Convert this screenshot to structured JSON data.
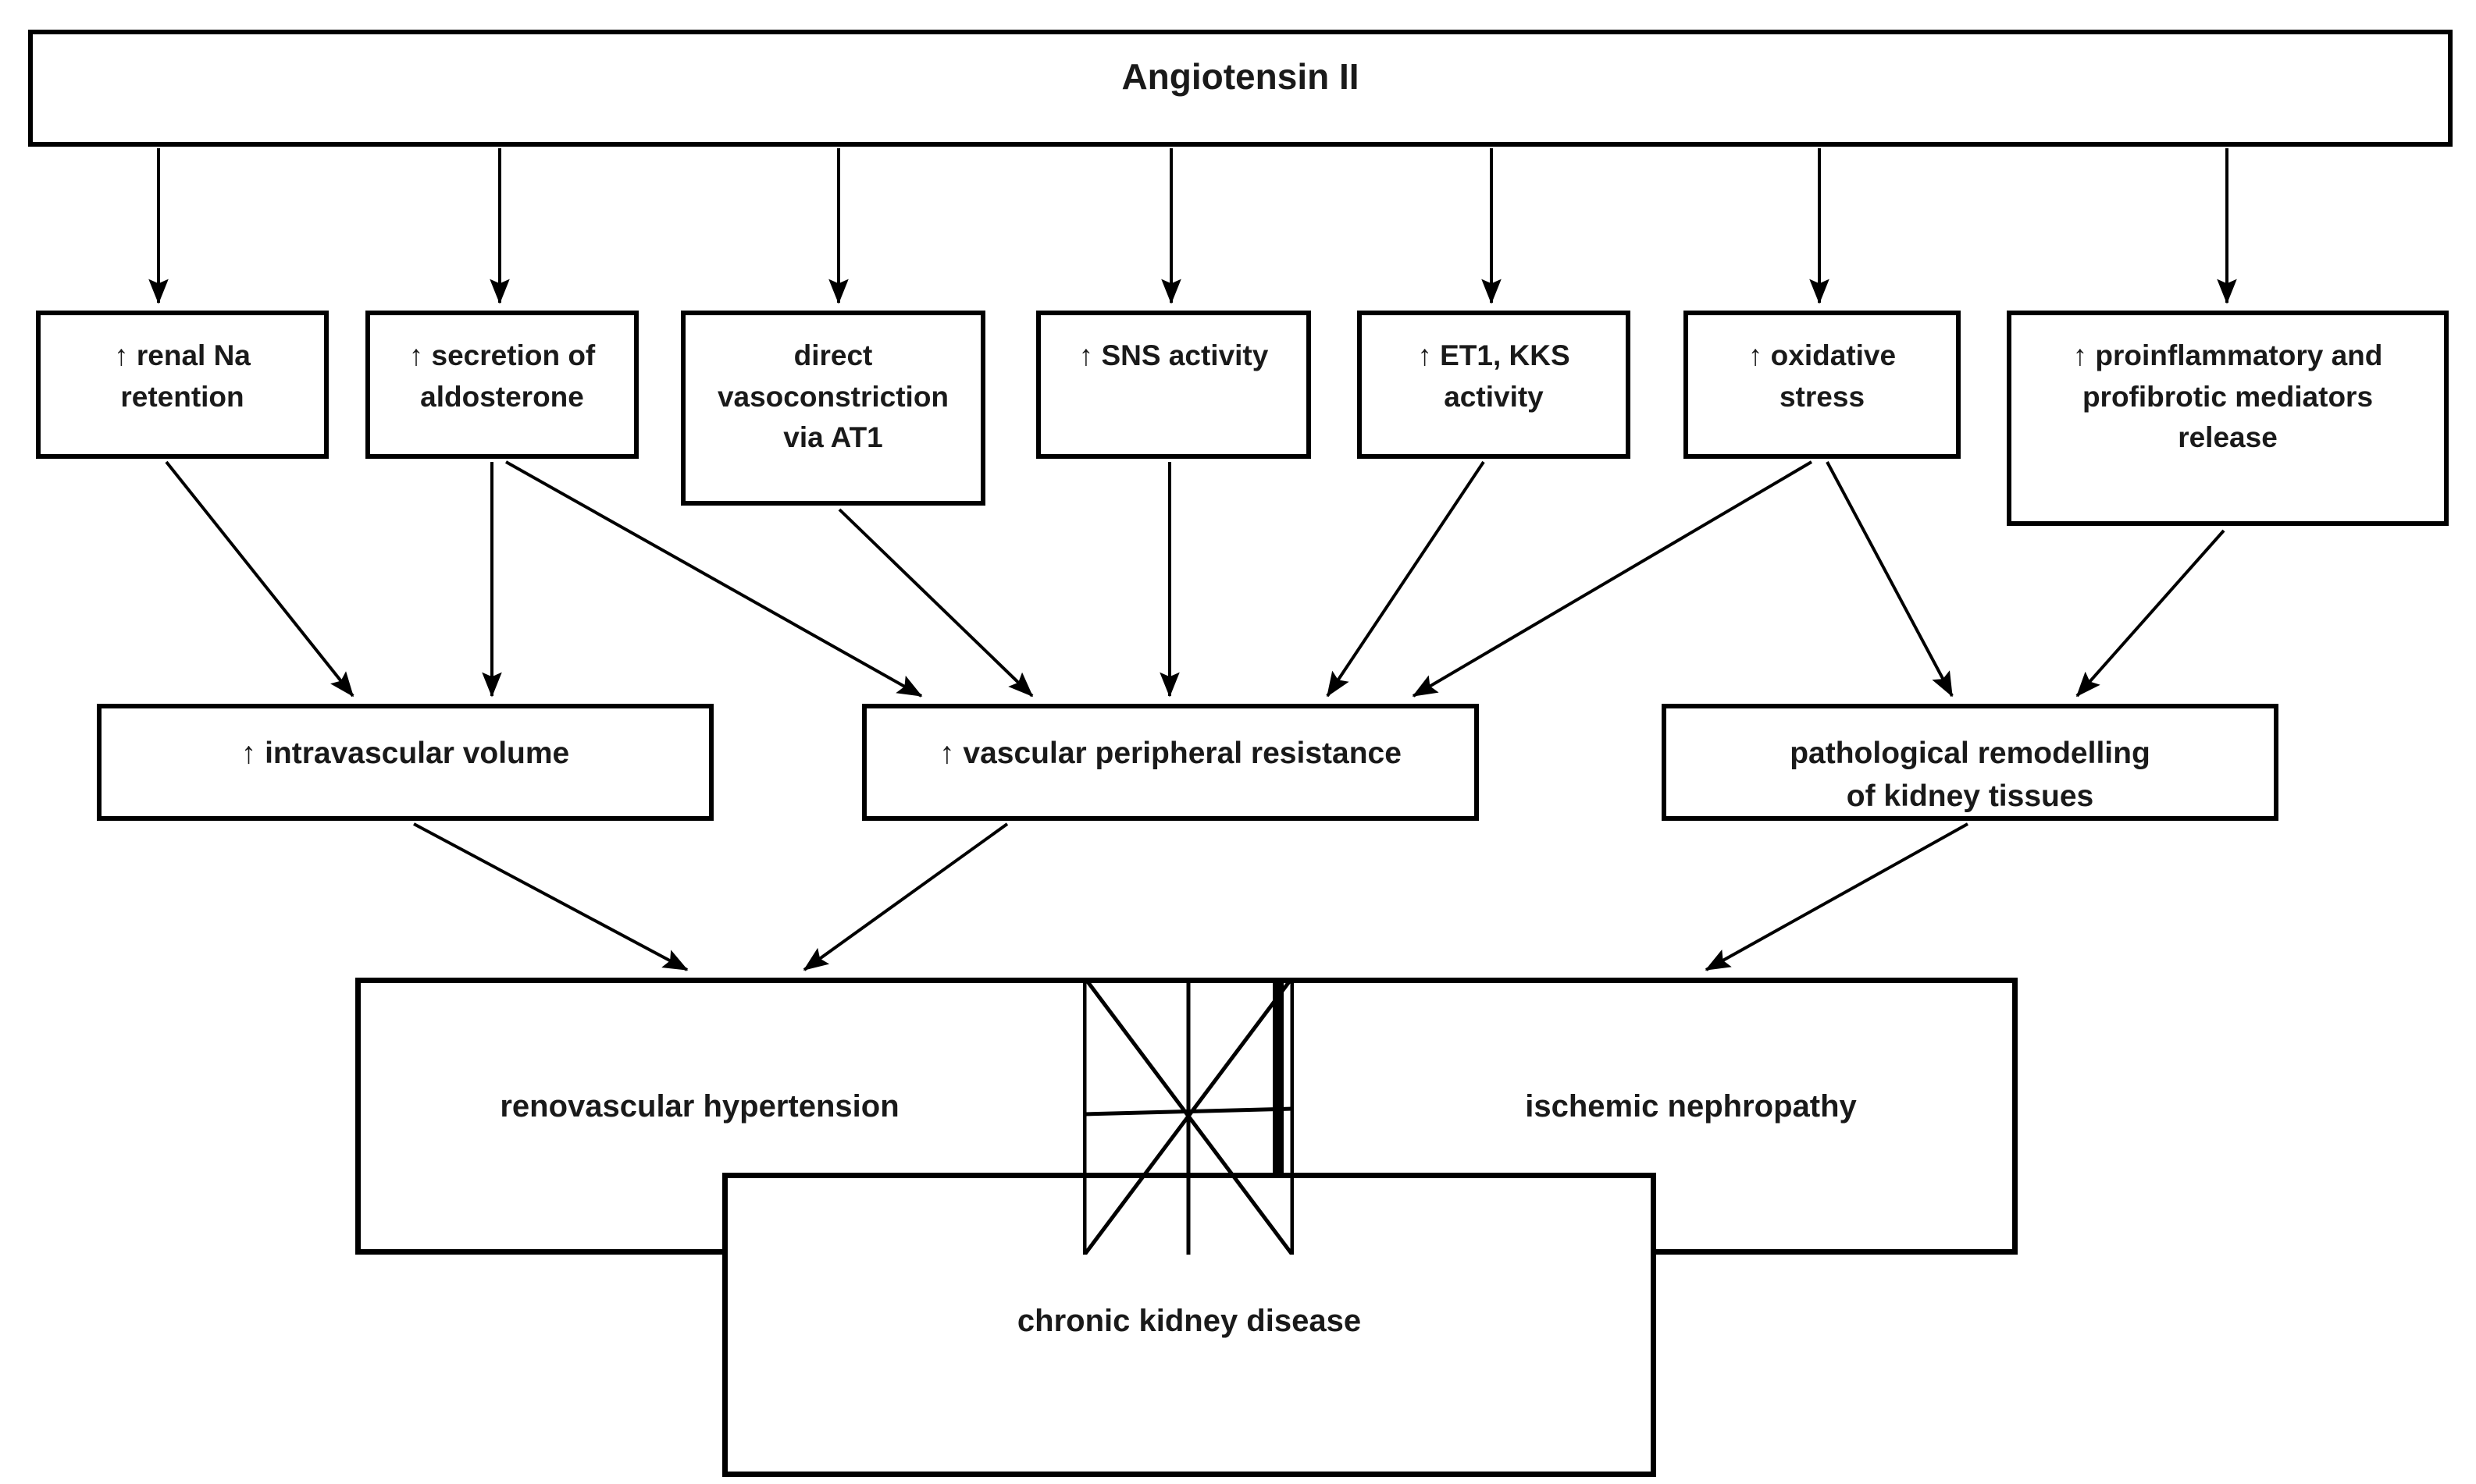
{
  "diagram": {
    "title": "Angiotensin II",
    "type": "flowchart",
    "background_color": "#ffffff",
    "line_color": "#000000",
    "text_color": "#1a1a1a",
    "root": {
      "id": "root",
      "label": "Angiotensin II"
    },
    "tier1": [
      {
        "id": "na",
        "label": "↑ renal Na\nretention"
      },
      {
        "id": "aldo",
        "label": "↑ secretion of\naldosterone"
      },
      {
        "id": "vasocon",
        "label": "direct\nvasoconstriction\nvia AT1"
      },
      {
        "id": "sns",
        "label": "↑ SNS activity"
      },
      {
        "id": "et1",
        "label": "↑ ET1, KKS\nactivity"
      },
      {
        "id": "oxid",
        "label": "↑ oxidative\nstress"
      },
      {
        "id": "proinf",
        "label": "↑ proinflammatory and\nprofibrotic mediators\nrelease"
      }
    ],
    "tier2": [
      {
        "id": "volume",
        "label": "↑ intravascular volume"
      },
      {
        "id": "resist",
        "label": "↑ vascular peripheral resistance"
      },
      {
        "id": "remodel",
        "label": "pathological remodelling\nof kidney tissues"
      }
    ],
    "tier3": [
      {
        "id": "rvht",
        "label": "renovascular hypertension"
      },
      {
        "id": "ischem",
        "label": "ischemic nephropathy"
      },
      {
        "id": "ckd",
        "label": "chronic kidney disease"
      }
    ],
    "edges": [
      {
        "from": "root",
        "to": "na"
      },
      {
        "from": "root",
        "to": "aldo"
      },
      {
        "from": "root",
        "to": "vasocon"
      },
      {
        "from": "root",
        "to": "sns"
      },
      {
        "from": "root",
        "to": "et1"
      },
      {
        "from": "root",
        "to": "oxid"
      },
      {
        "from": "root",
        "to": "proinf"
      },
      {
        "from": "na",
        "to": "volume"
      },
      {
        "from": "aldo",
        "to": "volume"
      },
      {
        "from": "aldo",
        "to": "resist"
      },
      {
        "from": "vasocon",
        "to": "resist"
      },
      {
        "from": "sns",
        "to": "resist"
      },
      {
        "from": "et1",
        "to": "resist"
      },
      {
        "from": "oxid",
        "to": "resist"
      },
      {
        "from": "oxid",
        "to": "remodel"
      },
      {
        "from": "proinf",
        "to": "remodel"
      },
      {
        "from": "volume",
        "to": "rvht"
      },
      {
        "from": "resist",
        "to": "rvht"
      },
      {
        "from": "remodel",
        "to": "ischem"
      }
    ]
  }
}
